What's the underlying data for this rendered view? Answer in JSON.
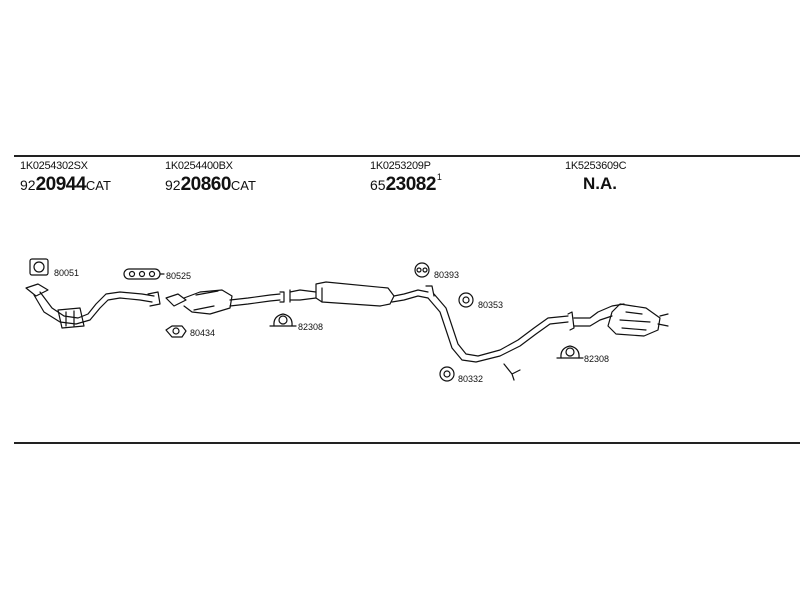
{
  "groups": [
    {
      "part_number": "1K0254302SX",
      "code_prefix": "92",
      "code_main": "20944",
      "code_suffix": "CAT",
      "code_sup": ""
    },
    {
      "part_number": "1K0254400BX",
      "code_prefix": "92",
      "code_main": "20860",
      "code_suffix": "CAT",
      "code_sup": ""
    },
    {
      "part_number": "1K0253209P",
      "code_prefix": "65",
      "code_main": "23082",
      "code_suffix": "",
      "code_sup": "1"
    },
    {
      "part_number": "1K5253609C",
      "code_prefix": "",
      "code_main": "N.A.",
      "code_suffix": "",
      "code_sup": ""
    }
  ],
  "callouts": {
    "c80051": "80051",
    "c80525": "80525",
    "c80434": "80434",
    "c82308a": "82308",
    "c80393": "80393",
    "c80353": "80353",
    "c80332": "80332",
    "c82308b": "82308"
  }
}
